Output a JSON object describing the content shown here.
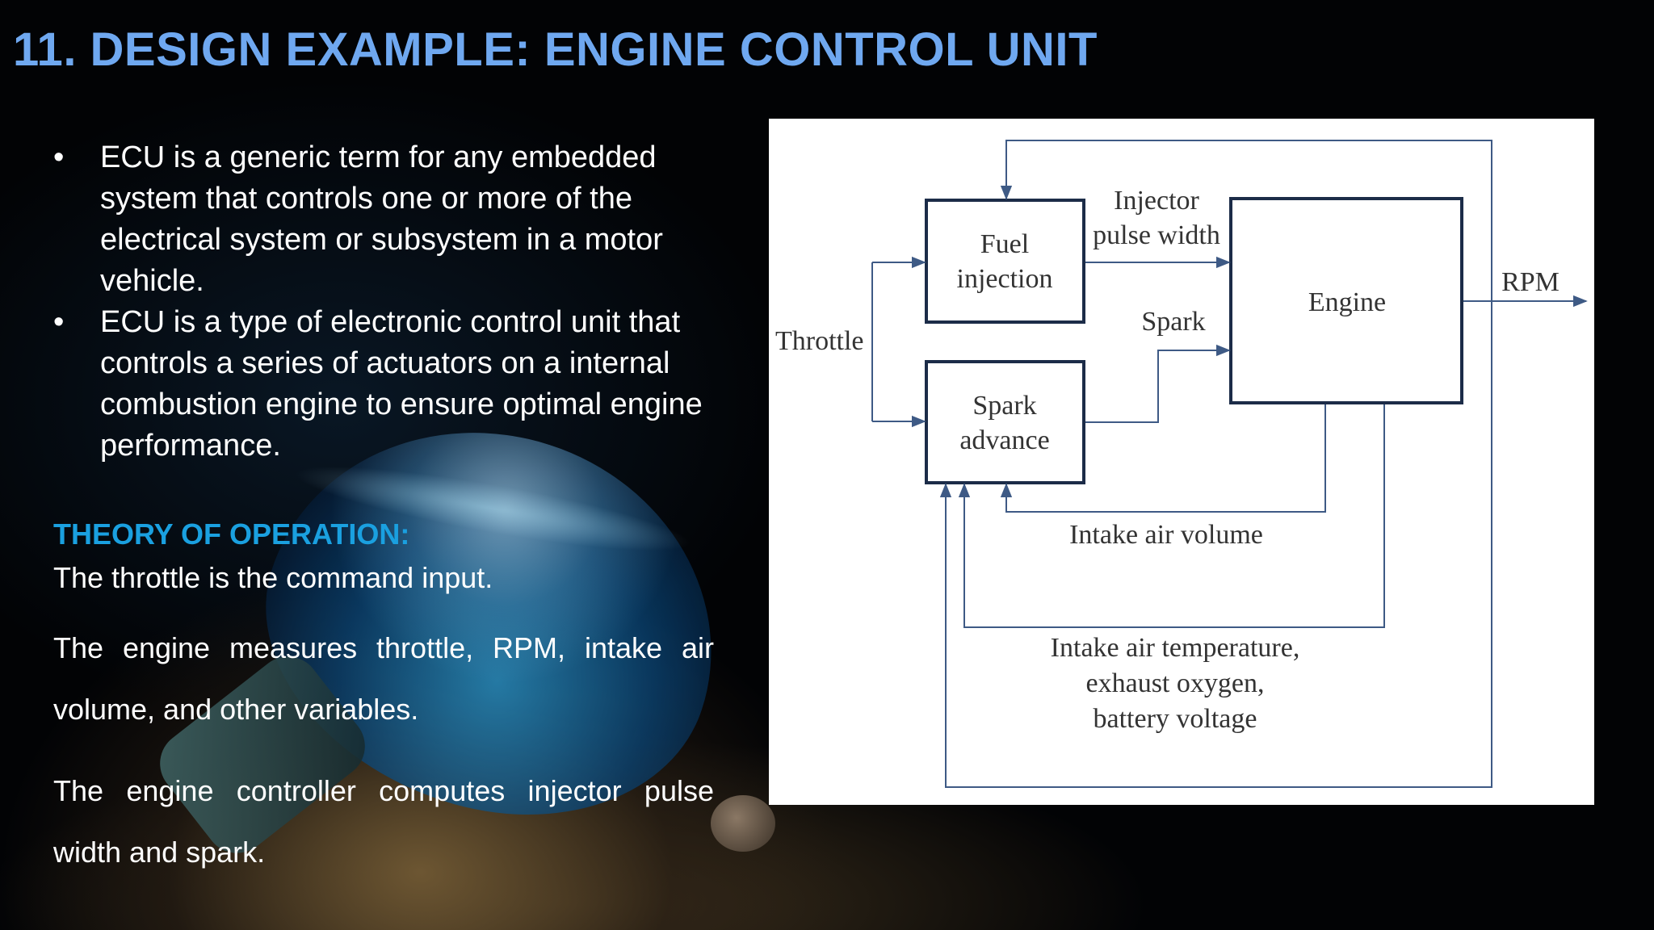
{
  "slide": {
    "title": "11. DESIGN EXAMPLE: ENGINE CONTROL UNIT",
    "bullets": [
      "ECU is a generic term for any embedded system that controls one or more of the electrical system or subsystem in a motor vehicle.",
      "ECU is a type of electronic control unit that controls a series of actuators on a internal combustion engine to ensure optimal engine performance."
    ],
    "bullet_symbol": "•",
    "theory_heading": "THEORY OF OPERATION:",
    "paragraphs": [
      "The throttle is the command input.",
      "The engine measures throttle, RPM, intake air volume, and other variables.",
      "The engine controller computes injector pulse width and spark."
    ],
    "colors": {
      "title": "#6fa8f0",
      "heading": "#1aa0e0",
      "body_text": "#ffffff",
      "diagram_box": "#1c2c48",
      "diagram_line": "#3e5a85"
    }
  },
  "diagram": {
    "fuel_injection": {
      "line1": "Fuel",
      "line2": "injection"
    },
    "spark_advance": {
      "line1": "Spark",
      "line2": "advance"
    },
    "engine": "Engine",
    "throttle": "Throttle",
    "injector_pulse_width": {
      "line1": "Injector",
      "line2": "pulse width"
    },
    "spark": "Spark",
    "rpm": "RPM",
    "intake_air_volume": "Intake air volume",
    "sensors": {
      "line1": "Intake air temperature,",
      "line2": "exhaust oxygen,",
      "line3": "battery voltage"
    }
  }
}
